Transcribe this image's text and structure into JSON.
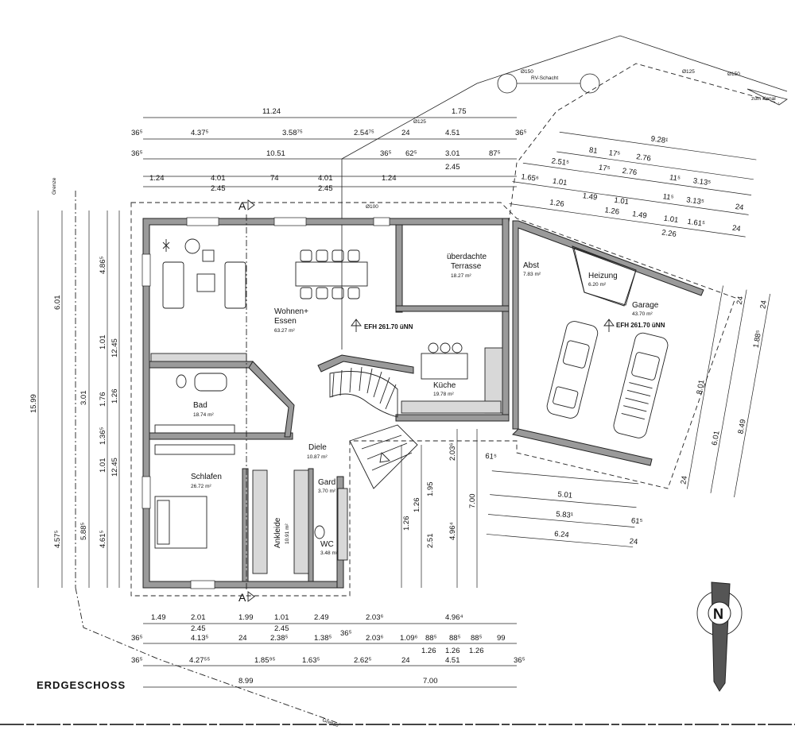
{
  "plan_title": "ERDGESCHOSS",
  "north_label": "N",
  "rooms": [
    {
      "id": "wohnen",
      "name_line1": "Wohnen+",
      "name_line2": "Essen",
      "area": "63.27 m²"
    },
    {
      "id": "terrasse",
      "name_line1": "überdachte",
      "name_line2": "Terrasse",
      "area": "18.27 m²"
    },
    {
      "id": "abst",
      "name": "Abst",
      "area": "7.83 m²"
    },
    {
      "id": "heizung",
      "name": "Heizung",
      "area": "6.20 m²"
    },
    {
      "id": "garage",
      "name": "Garage",
      "area": "43.70 m²"
    },
    {
      "id": "kueche",
      "name": "Küche",
      "area": "19.78 m²"
    },
    {
      "id": "bad",
      "name": "Bad",
      "area": "18.74 m²"
    },
    {
      "id": "diele",
      "name": "Diele",
      "area": "10.87 m²"
    },
    {
      "id": "schlafen",
      "name": "Schlafen",
      "area": "26.72 m²"
    },
    {
      "id": "gard",
      "name": "Gard",
      "area": "3.70 m²"
    },
    {
      "id": "ankleide",
      "name": "Ankleide",
      "area": "10.91 m²"
    },
    {
      "id": "wc",
      "name": "WC",
      "area": "3.48 m²"
    }
  ],
  "levels": {
    "efh_house": "EFH 261.70 üNN",
    "efh_garage": "EFH 261.70 üNN"
  },
  "section_markers": {
    "top": "A",
    "bottom": "A"
  },
  "site": {
    "shaft_label": "RV-Schacht",
    "canal_label": "zum Kanal",
    "boundary_label": "Grenze",
    "boundary_label_bottom": "Grenze",
    "pipe_1": "Ø150",
    "pipe_2": "Ø125",
    "pipe_3": "Ø150",
    "pipe_4": "Ø125",
    "pipe_5": "Ø100"
  },
  "top_dims": {
    "row1": [
      "11.24",
      "1.75"
    ],
    "row2": [
      "36⁵",
      "4.37⁵",
      "3.58⁷⁵",
      "2.54⁷⁵",
      "24",
      "4.51",
      "36⁵"
    ],
    "row3": [
      "36⁵",
      "10.51",
      "36⁵",
      "62⁵",
      "3.01",
      "87⁵",
      "2.45"
    ],
    "row4": [
      "1.24",
      "4.01",
      "74",
      "4.01",
      "1.24"
    ],
    "row4b": [
      "2.45",
      "2.45"
    ]
  },
  "garage_dims": {
    "row1": [
      "9.28¹"
    ],
    "row2": [
      "81",
      "17⁵",
      "2.76"
    ],
    "row3": [
      "2.51⁵",
      "17⁵",
      "2.76",
      "11⁵",
      "3.13⁵"
    ],
    "row4": [
      "1.65⁶",
      "1.01",
      "1.49",
      "1.01",
      "11⁵",
      "3.13⁵",
      "24"
    ],
    "row5": [
      "1.26",
      "1.26",
      "1.49",
      "1.01",
      "1.61⁵",
      "24"
    ],
    "row5b": [
      "2.26"
    ]
  },
  "left_dims": [
    "15.99",
    "6.01",
    "4.86⁵",
    "1.01",
    "12.45",
    "3.01",
    "1.26",
    "1.76",
    "1.36⁵",
    "4.57⁵",
    "5.88⁵",
    "4.61⁵",
    "1.01",
    "12.45"
  ],
  "bottom_dims": {
    "row1": [
      "1.49",
      "2.01",
      "1.99",
      "1.01",
      "2.49",
      "2.03⁶",
      "4.96⁴"
    ],
    "row1b": [
      "2.45",
      "2.45"
    ],
    "row2": [
      "36⁵",
      "4.13⁵",
      "24",
      "2.38⁵",
      "1.38⁵",
      "36⁵",
      "2.03⁶",
      "1.09⁶",
      "88⁵",
      "88⁵",
      "88⁵",
      "99"
    ],
    "row2b": [
      "1.26",
      "1.26",
      "1.26"
    ],
    "row3": [
      "36⁵",
      "4.27⁵⁵",
      "1.85⁹⁵",
      "1.63⁵",
      "2.62⁵",
      "24",
      "4.51",
      "36⁵"
    ],
    "row4": [
      "8.99",
      "7.00"
    ]
  },
  "right_dims": {
    "inner": [
      "2.03⁶",
      "7.00",
      "4.96⁴",
      "1.95",
      "2.51",
      "1.26",
      "1.26"
    ],
    "garage_side": [
      "8.01",
      "6.01",
      "8.49",
      "1.88⁵",
      "24",
      "24",
      "24"
    ],
    "lower": [
      "61⁵",
      "5.01",
      "5.83¹",
      "6.24",
      "61⁵",
      "24"
    ]
  }
}
